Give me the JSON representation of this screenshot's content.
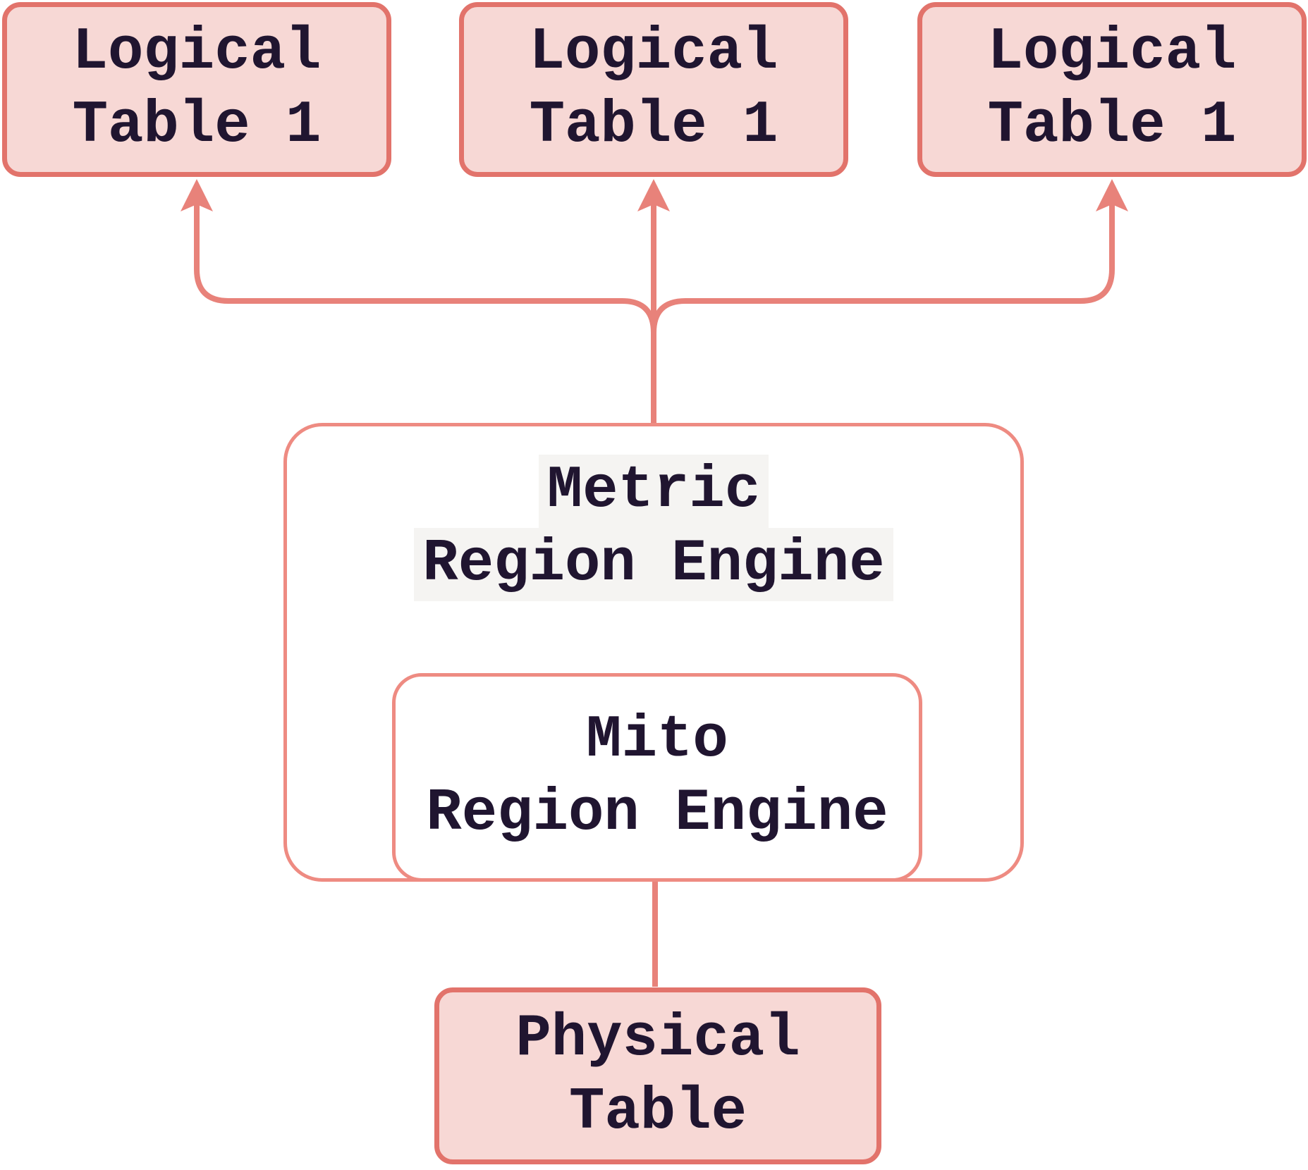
{
  "diagram": {
    "type": "flow-diagram",
    "direction": "bottom-up",
    "nodes": {
      "logical_left": {
        "line1": "Logical",
        "line2": "Table 1"
      },
      "logical_mid": {
        "line1": "Logical",
        "line2": "Table 1"
      },
      "logical_right": {
        "line1": "Logical",
        "line2": "Table 1"
      },
      "metric": {
        "line1": "Metric",
        "line2": "Region Engine"
      },
      "mito": {
        "line1": "Mito",
        "line2": "Region Engine"
      },
      "physical": {
        "line1": "Physical",
        "line2": "Table"
      }
    },
    "edges": [
      {
        "from": "physical",
        "to": "mito",
        "arrow": "up"
      },
      {
        "from": "metric",
        "to": "logical_left",
        "arrow": "up"
      },
      {
        "from": "metric",
        "to": "logical_mid",
        "arrow": "up"
      },
      {
        "from": "metric",
        "to": "logical_right",
        "arrow": "up"
      }
    ],
    "containment": [
      {
        "parent": "metric",
        "child": "mito"
      }
    ],
    "colors": {
      "node_fill_pink": "#f7d8d5",
      "node_border_pink": "#e2736b",
      "node_border_white_box": "#ee8b82",
      "connector": "#e8827a",
      "text": "#201530",
      "metric_label_highlight": "#f5f4f2",
      "background": "#ffffff"
    }
  }
}
